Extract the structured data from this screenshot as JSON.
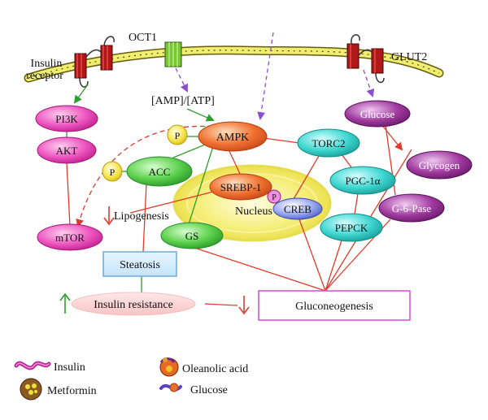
{
  "labels": {
    "insulin_receptor_line1": "Insulin",
    "insulin_receptor_line2": "receptor",
    "oct1": "OCT1",
    "glut2": "GLUT2",
    "amp_atp": "[AMP]/[ATP]"
  },
  "nodes": {
    "pi3k": "PI3K",
    "akt": "AKT",
    "mtor": "mTOR",
    "ampk": "AMPK",
    "acc": "ACC",
    "p_ampk": "P",
    "p_acc": "P",
    "p_creb": "P",
    "srebp1": "SREBP-1",
    "nucleus": "Nucleus",
    "creb": "CREB",
    "torc2": "TORC2",
    "pgc1a": "PGC-1α",
    "pepck": "PEPCK",
    "gs": "GS",
    "glucose": "Glucose",
    "glycogen": "Glycogen",
    "g6pase": "G-6-Pase",
    "lipogenesis": "Lipogenesis",
    "steatosis": "Steatosis",
    "insulin_resistance": "Insulin resistance",
    "gluconeogenesis": "Gluconeogenesis"
  },
  "legend": {
    "insulin": "Insulin",
    "metformin": "Metformin",
    "oleanolic_acid": "Oleanolic acid",
    "glucose": "Glucose"
  },
  "colors": {
    "activation": "#2e9e2e",
    "inhibition": "#e23a2a",
    "transport": "#8a4fcf",
    "membrane": "#e8e86a",
    "magenta": "#e33aa8",
    "green_node": "#3fbf3f",
    "teal_node": "#2fc8c0",
    "purple_node": "#8c2a8a",
    "ampk": "#e8602a",
    "nucleus": "#f0e850"
  }
}
